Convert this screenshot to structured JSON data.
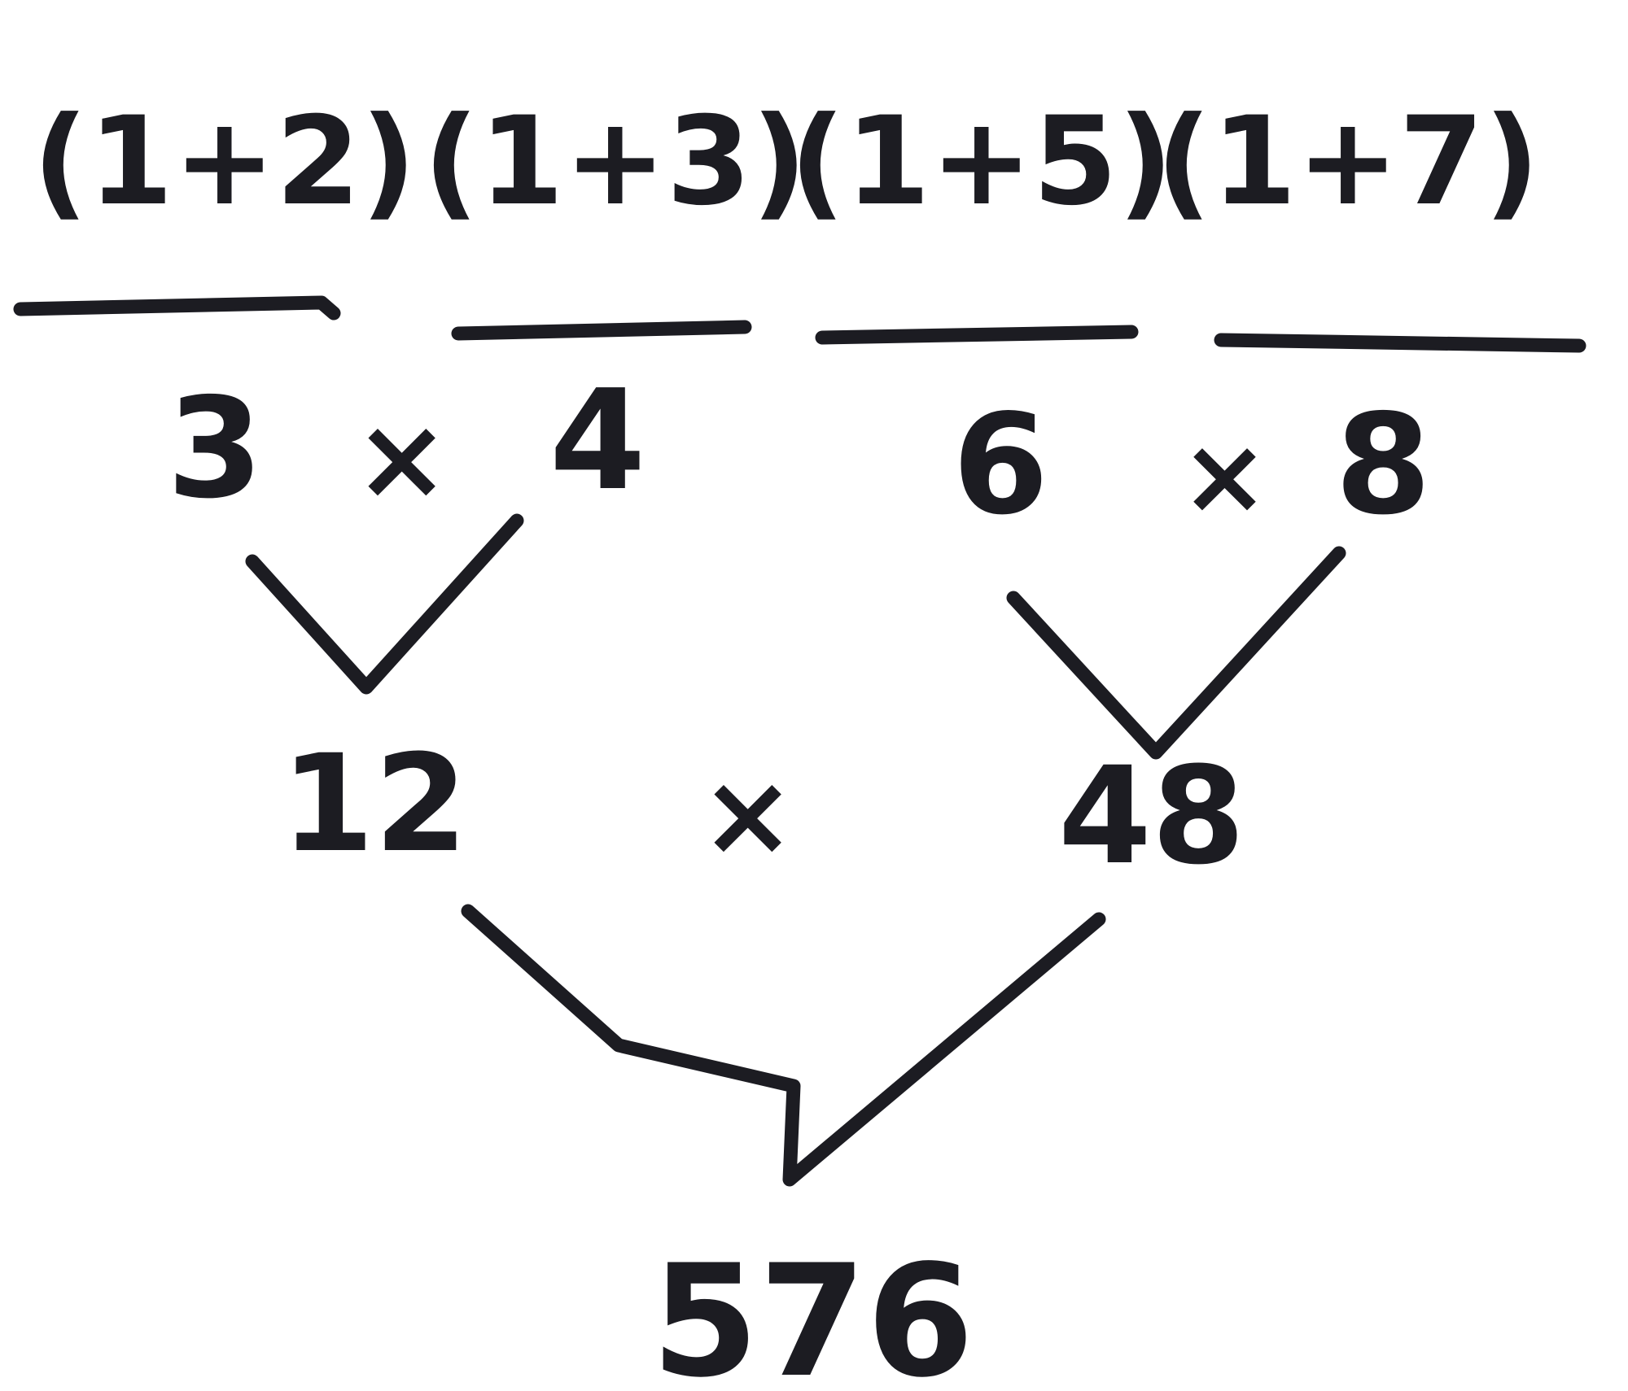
{
  "expression": {
    "factors": [
      "(1+2)",
      "(1+3)",
      "(1+5)",
      "(1+7)"
    ]
  },
  "level1": {
    "left": "3",
    "left_op": "×",
    "middle_left": "4",
    "middle_right": "6",
    "right_op": "×",
    "right": "8"
  },
  "level2": {
    "left": "12",
    "op": "×",
    "right": "48"
  },
  "result": "576",
  "colors": {
    "ink": "#1c1c22",
    "paper": "#ffffff"
  }
}
